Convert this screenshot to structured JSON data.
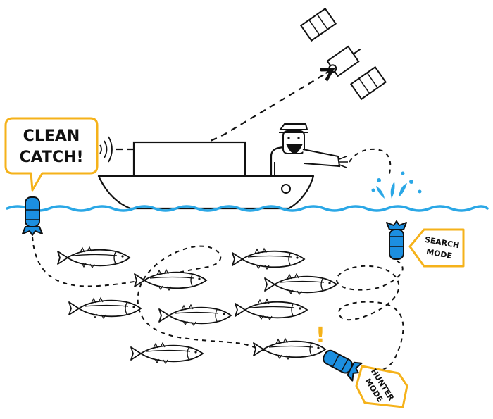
{
  "speech_bubble": {
    "line1": "CLEAN",
    "line2": "CATCH!"
  },
  "search_tag": {
    "line1": "SEARCH",
    "line2": "MODE"
  },
  "hunter_tag": {
    "line1": "HUNTER",
    "line2": "MODE"
  },
  "alert_glyph": "!",
  "colors": {
    "ink": "#111111",
    "water": "#2aa7e6",
    "device": "#1c8fe0",
    "accent": "#f5b21a"
  }
}
